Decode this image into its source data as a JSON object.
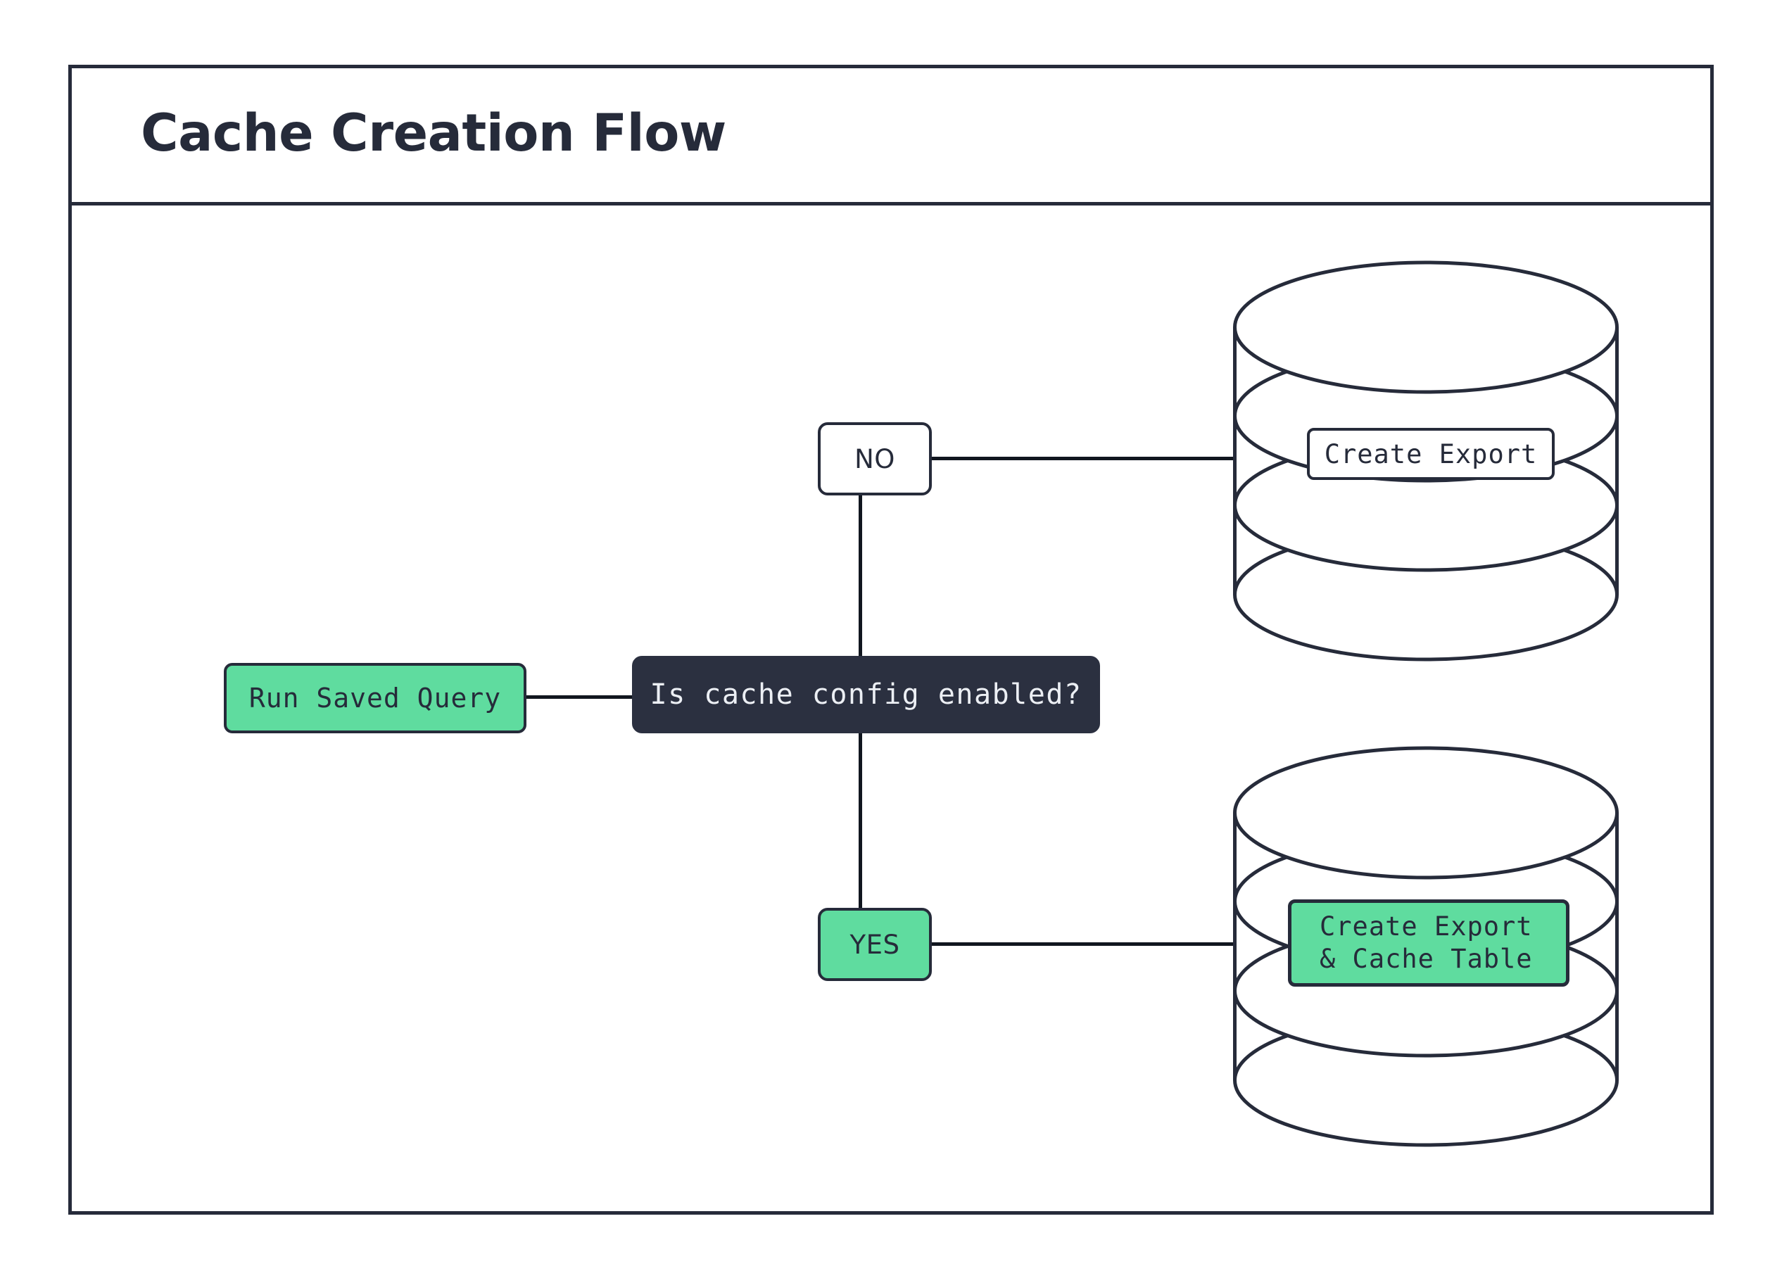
{
  "diagram": {
    "title": "Cache Creation Flow",
    "frame_color": "#262b3a",
    "accent_green": "#5fdc9f",
    "dark_fill": "#2b3040",
    "nodes": {
      "run_saved_query": {
        "label": "Run Saved Query",
        "style": "green"
      },
      "decision": {
        "label": "Is cache config enabled?",
        "style": "dark"
      },
      "branch_no": {
        "label": "NO",
        "style": "white"
      },
      "branch_yes": {
        "label": "YES",
        "style": "green"
      },
      "database_top": {
        "icon": "database-cylinder-icon"
      },
      "database_bottom": {
        "icon": "database-cylinder-icon"
      },
      "create_export": {
        "label": "Create Export",
        "style": "white"
      },
      "create_export_cache": {
        "line1": "Create Export",
        "line2": "& Cache Table",
        "style": "green"
      }
    },
    "edges": [
      {
        "from": "run_saved_query",
        "to": "decision"
      },
      {
        "from": "decision",
        "to": "branch_no",
        "label": "NO"
      },
      {
        "from": "decision",
        "to": "branch_yes",
        "label": "YES"
      },
      {
        "from": "branch_no",
        "to": "database_top"
      },
      {
        "from": "branch_yes",
        "to": "database_bottom"
      }
    ]
  }
}
